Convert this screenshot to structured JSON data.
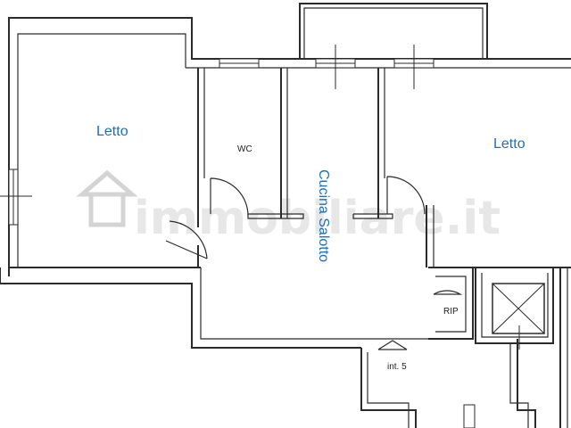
{
  "rooms": {
    "bedroom_left": "Letto",
    "bedroom_right": "Letto",
    "wc": "WC",
    "kitchen_living": "Cucina Salotto",
    "storage": "RIP",
    "unit": "int. 5"
  },
  "watermark": {
    "text": "immobiliare.it"
  },
  "colors": {
    "label": "#1f6fb5",
    "wall": "#2b2b2b",
    "watermark": "#d4d4d4"
  }
}
